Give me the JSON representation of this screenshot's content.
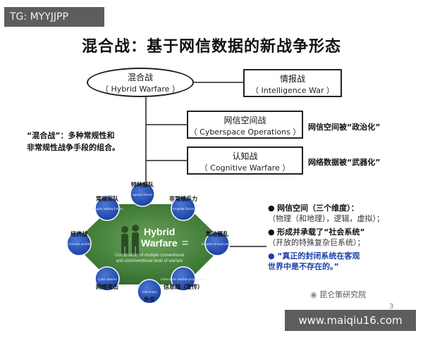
{
  "watermark_top": "TG: MYYJJPP",
  "watermark_bottom": "www.maiqiu16.com",
  "title": "混合战：基于网信数据的新战争形态",
  "nodes": {
    "hybrid": {
      "zh": "混合战",
      "en": "（ Hybrid Warfare ）"
    },
    "intel": {
      "zh": "情报战",
      "en": "（ Intelligence War ）"
    },
    "cyber": {
      "zh": "网信空间战",
      "en": "（ Cyberspace Operations ）"
    },
    "cognitive": {
      "zh": "认知战",
      "en": "（ Cognitive Warfare ）"
    }
  },
  "side_labels": {
    "cyber": "网信空间被“政治化”",
    "cognitive": "网络数据被“武器化”"
  },
  "note": {
    "line1": "“混合战”：多种常规性和",
    "line2": "非常规性战争手段的组合。"
  },
  "graphic": {
    "center_title_1": "Hybrid",
    "center_title_2": "Warfare",
    "center_sub_1": "Combination of multiple conventional",
    "center_sub_2": "and unconventional tools of warfare",
    "circles": [
      {
        "zh": "特种部队",
        "en": "Special forces"
      },
      {
        "zh": "非常规兵力",
        "en": "Irregular forces"
      },
      {
        "zh": "策动骚乱",
        "en": "Support of local unrest"
      },
      {
        "zh": "信息战（宣传）",
        "en": "Information warfare propaganda"
      },
      {
        "zh": "外交",
        "en": "Diplomacy"
      },
      {
        "zh": "网络攻击",
        "en": "Cyber attacks"
      },
      {
        "zh": "经济战",
        "en": "Economic warfare"
      },
      {
        "zh": "常规军队",
        "en": "Regular military forces"
      }
    ]
  },
  "bullets": {
    "b1_title": "网信空间（三个维度）：",
    "b1_sub": "（物理（和地理），逻辑，虚拟）；",
    "b2_title": "形成并承载了“社会系统”",
    "b2_sub": "（开放的特殊复杂巨系统）；",
    "b3_line1": "“真正的封闭系统在客观",
    "b3_line2": "世界中是不存在的。”",
    "bullet_mark": "●"
  },
  "wechat": "昆仑策研究院",
  "page_number": "3"
}
